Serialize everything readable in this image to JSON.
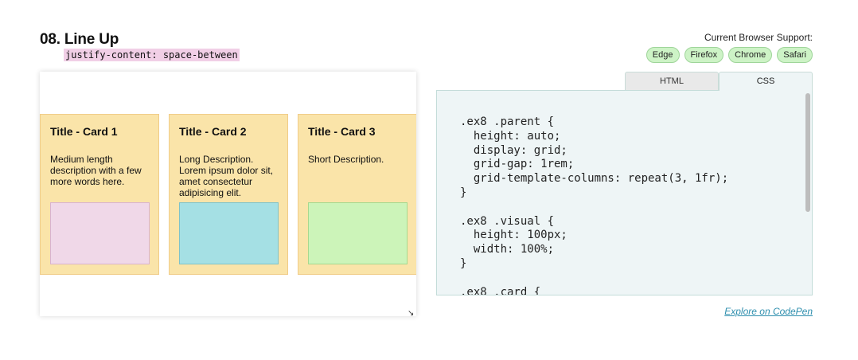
{
  "header": {
    "title": "08. Line Up",
    "code_label": "justify-content: space-between"
  },
  "support": {
    "label": "Current Browser Support:",
    "browsers": [
      "Edge",
      "Firefox",
      "Chrome",
      "Safari"
    ],
    "badge_color": "#cdf3c6"
  },
  "demo": {
    "cards": [
      {
        "title": "Title - Card 1",
        "description": "Medium length description with a few more words here.",
        "visual_color": "#f0d8e8"
      },
      {
        "title": "Title - Card 2",
        "description": "Long Description. Lorem ipsum dolor sit, amet consectetur adipisicing elit.",
        "visual_color": "#a5e0e4"
      },
      {
        "title": "Title - Card 3",
        "description": "Short Description.",
        "visual_color": "#ccf4b9"
      }
    ],
    "card_color": "#fae4a9"
  },
  "tabs": {
    "html_label": "HTML",
    "css_label": "CSS",
    "active": "CSS"
  },
  "code": {
    "content": ".ex8 .parent {\n  height: auto;\n  display: grid;\n  grid-gap: 1rem;\n  grid-template-columns: repeat(3, 1fr);\n}\n\n.ex8 .visual {\n  height: 100px;\n  width: 100%;\n}\n\n.ex8 .card {"
  },
  "link": {
    "label": "Explore on CodePen"
  }
}
